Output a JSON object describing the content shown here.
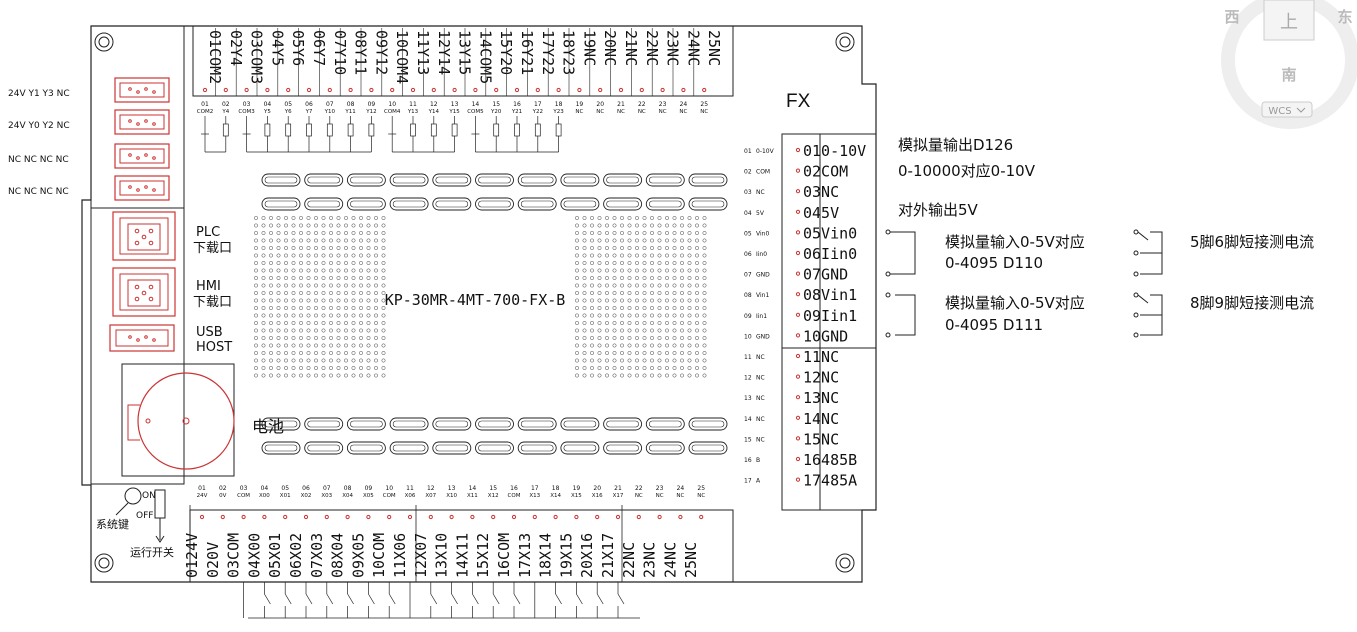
{
  "board": {
    "model": "KP-30MR-4MT-700-FX-B",
    "series": "FX"
  },
  "top_header": {
    "pins": [
      "01COM2",
      "02Y4",
      "03COM3",
      "04Y5",
      "05Y6",
      "06Y7",
      "07Y10",
      "08Y11",
      "09Y12",
      "10COM4",
      "11Y13",
      "12Y14",
      "13Y15",
      "14COM5",
      "15Y20",
      "16Y21",
      "17Y22",
      "18Y23",
      "19NC",
      "20NC",
      "21NC",
      "22NC",
      "23NC",
      "24NC",
      "25NC"
    ],
    "small_nums": [
      "01",
      "02",
      "03",
      "04",
      "05",
      "06",
      "07",
      "08",
      "09",
      "10",
      "11",
      "12",
      "13",
      "14",
      "15",
      "16",
      "17",
      "18",
      "19",
      "20",
      "21",
      "22",
      "23",
      "24",
      "25"
    ],
    "small_names": [
      "COM2",
      "Y4",
      "COM3",
      "Y5",
      "Y6",
      "Y7",
      "Y10",
      "Y11",
      "Y12",
      "COM4",
      "Y13",
      "Y14",
      "Y15",
      "COM5",
      "Y20",
      "Y21",
      "Y22",
      "Y23",
      "NC",
      "NC",
      "NC",
      "NC",
      "NC",
      "NC",
      "NC"
    ]
  },
  "bottom_header": {
    "pins": [
      "0124V",
      "020V",
      "03COM",
      "04X00",
      "05X01",
      "06X02",
      "07X03",
      "08X04",
      "09X05",
      "10COM",
      "11X06",
      "12X07",
      "13X10",
      "14X11",
      "15X12",
      "16COM",
      "17X13",
      "18X14",
      "19X15",
      "20X16",
      "21X17",
      "22NC",
      "23NC",
      "24NC",
      "25NC"
    ],
    "small_nums": [
      "01",
      "02",
      "03",
      "04",
      "05",
      "06",
      "07",
      "08",
      "09",
      "10",
      "11",
      "12",
      "13",
      "14",
      "15",
      "16",
      "17",
      "18",
      "19",
      "20",
      "21",
      "22",
      "23",
      "24",
      "25"
    ],
    "small_names": [
      "24V",
      "0V",
      "COM",
      "X00",
      "X01",
      "X02",
      "X03",
      "X04",
      "X05",
      "COM",
      "X06",
      "X07",
      "X10",
      "X11",
      "X12",
      "COM",
      "X13",
      "X14",
      "X15",
      "X16",
      "X17",
      "NC",
      "NC",
      "NC",
      "NC"
    ]
  },
  "right_header": {
    "pins": [
      "010-10V",
      "02COM",
      "03NC",
      "045V",
      "05Vin0",
      "06Iin0",
      "07GND",
      "08Vin1",
      "09Iin1",
      "10GND",
      "11NC",
      "12NC",
      "13NC",
      "14NC",
      "15NC",
      "16485B",
      "17485A"
    ],
    "small_nums": [
      "01",
      "02",
      "03",
      "04",
      "05",
      "06",
      "07",
      "08",
      "09",
      "10",
      "11",
      "12",
      "13",
      "14",
      "15",
      "16",
      "17"
    ],
    "small_names": [
      "0-10V",
      "COM",
      "NC",
      "5V",
      "Vin0",
      "Iin0",
      "GND",
      "Vin1",
      "Iin1",
      "GND",
      "NC",
      "NC",
      "NC",
      "NC",
      "NC",
      "B",
      "A"
    ]
  },
  "left_connectors": {
    "labels": [
      "24V Y1 Y3 NC",
      "24V Y0 Y2 NC",
      "NC NC NC NC",
      "NC NC NC NC"
    ]
  },
  "ports": {
    "plc": [
      "PLC",
      "下载口"
    ],
    "hmi": [
      "HMI",
      "下载口"
    ],
    "usb": [
      "USB",
      "HOST"
    ],
    "battery": "电池"
  },
  "switches": {
    "on": "ON",
    "off": "OFF",
    "system_key": "系统键",
    "run_switch": "运行开关"
  },
  "annotations": {
    "analog_out_1": "模拟量输出D126",
    "analog_out_2": "0-10000对应0-10V",
    "ext_5v": "对外输出5V",
    "ain0_1": "模拟量输入0-5V对应",
    "ain0_2": "0-4095 D110",
    "ain0_note": "5脚6脚短接测电流",
    "ain1_1": "模拟量输入0-5V对应",
    "ain1_2": "0-4095 D111",
    "ain1_note": "8脚9脚短接测电流"
  },
  "viewcube": {
    "west": "西",
    "top": "上",
    "east": "东",
    "south": "南",
    "wcs": "WCS"
  }
}
